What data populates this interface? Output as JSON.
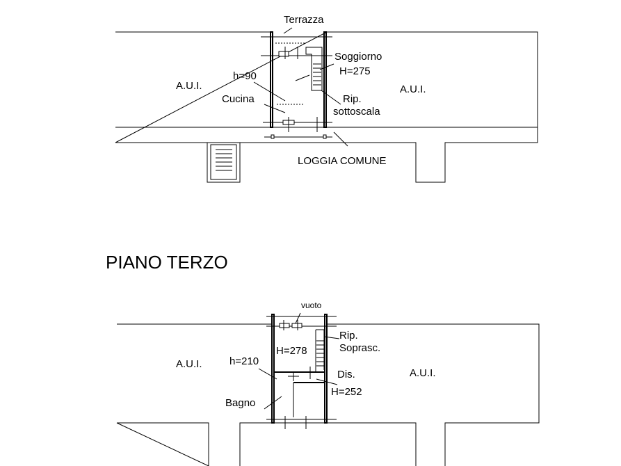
{
  "upper_plan": {
    "labels": {
      "terrace": "Terrazza",
      "living": "Soggiorno",
      "living_height": "H=275",
      "door_height": "h=90",
      "kitchen": "Cucina",
      "storage_1": "Rip.",
      "storage_2": "sottoscala",
      "aui_left": "A.U.I.",
      "aui_right": "A.U.I.",
      "loggia": "LOGGIA COMUNE"
    }
  },
  "floor_title": "PIANO TERZO",
  "lower_plan": {
    "labels": {
      "void": "vuoto",
      "storage_1": "Rip.",
      "storage_2": "Soprasc.",
      "room_height": "H=278",
      "aui_left": "A.U.I.",
      "aui_right": "A.U.I.",
      "door_height": "h=210",
      "hall": "Dis.",
      "hall_height": "H=252",
      "bathroom": "Bagno"
    }
  }
}
